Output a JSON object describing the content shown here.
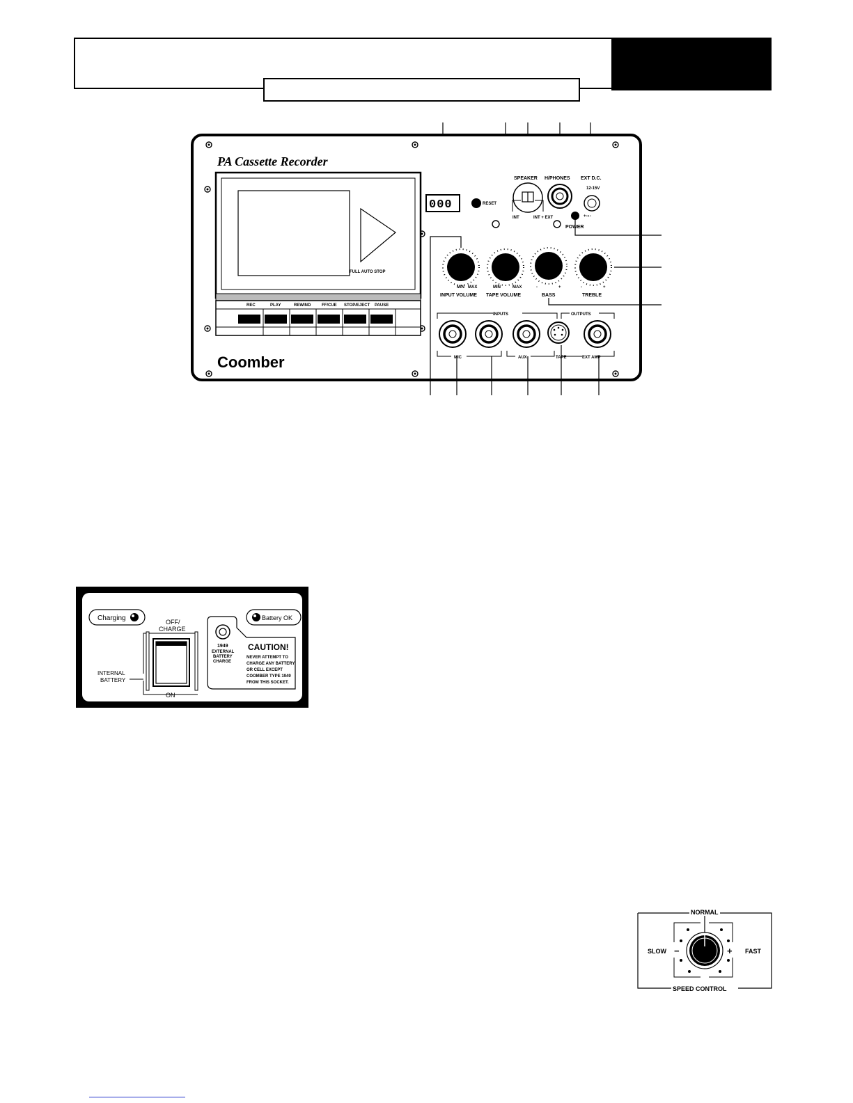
{
  "panel": {
    "title": "PA Cassette Recorder",
    "brand": "Coomber",
    "counter": "000",
    "reset": "RESET",
    "full_auto_stop": "FULL AUTO STOP",
    "transport_buttons": [
      "REC",
      "PLAY",
      "REWIND",
      "FF/CUE",
      "STOP/EJECT",
      "PAUSE"
    ],
    "speaker": "SPEAKER",
    "speaker_int": "INT",
    "speaker_int_ext": "INT + EXT",
    "headphones": "H/PHONES",
    "ext_dc": "EXT D.C.",
    "ext_dc_voltage": "12-15V",
    "power": "POWER",
    "knobs": [
      {
        "label": "INPUT VOLUME",
        "min": "MIN",
        "max": "MAX"
      },
      {
        "label": "TAPE VOLUME",
        "min": "MIN",
        "max": "MAX"
      },
      {
        "label": "BASS",
        "min": "-",
        "max": "+"
      },
      {
        "label": "TREBLE",
        "min": "-",
        "max": "+"
      }
    ],
    "inputs": "INPUTS",
    "outputs": "OUTPUTS",
    "mic": "MIC",
    "aux": "AUX",
    "tape": "TAPE",
    "ext_amp": "EXT AMP"
  },
  "battery": {
    "charging": "Charging",
    "battery_ok": "Battery OK",
    "off_charge_1": "OFF/",
    "off_charge_2": "CHARGE",
    "on": "ON",
    "internal_1": "INTERNAL",
    "internal_2": "BATTERY",
    "ext_charge_1": "1949",
    "ext_charge_2": "EXTERNAL",
    "ext_charge_3": "BATTERY",
    "ext_charge_4": "CHARGE",
    "caution": "CAUTION!",
    "caution_lines": [
      "NEVER ATTEMPT TO",
      "CHARGE ANY BATTERY",
      "OR CELL EXCEPT",
      "COOMBER TYPE 1949",
      "FROM THIS SOCKET."
    ]
  },
  "speed": {
    "normal": "NORMAL",
    "slow": "SLOW",
    "fast": "FAST",
    "minus": "−",
    "plus": "+",
    "label": "SPEED CONTROL"
  }
}
